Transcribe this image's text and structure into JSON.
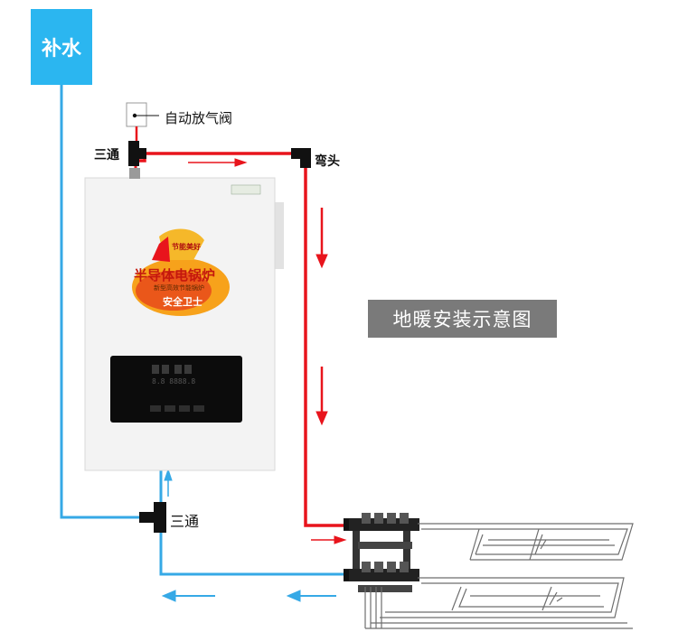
{
  "labels": {
    "makeup_water": "补水",
    "auto_vent_valve": "自动放气阀",
    "tee_top": "三通",
    "elbow": "弯头",
    "tee_bottom": "三通",
    "title": "地暖安装示意图"
  },
  "boiler": {
    "badge_top": "节能美好",
    "name": "半导体电锅炉",
    "subtitle": "新型高效节能锅炉",
    "badge_bottom": "安全卫士",
    "display_digits": "8.8 8888.8",
    "buttons": [
      "",
      "",
      "",
      ""
    ]
  },
  "colors": {
    "supply_pipe": "#e8141c",
    "return_pipe": "#36a9e6",
    "makeup_box": "#2bb6f0",
    "title_badge": "#7a7a7a",
    "floor_coil": "#6e6e6e"
  }
}
